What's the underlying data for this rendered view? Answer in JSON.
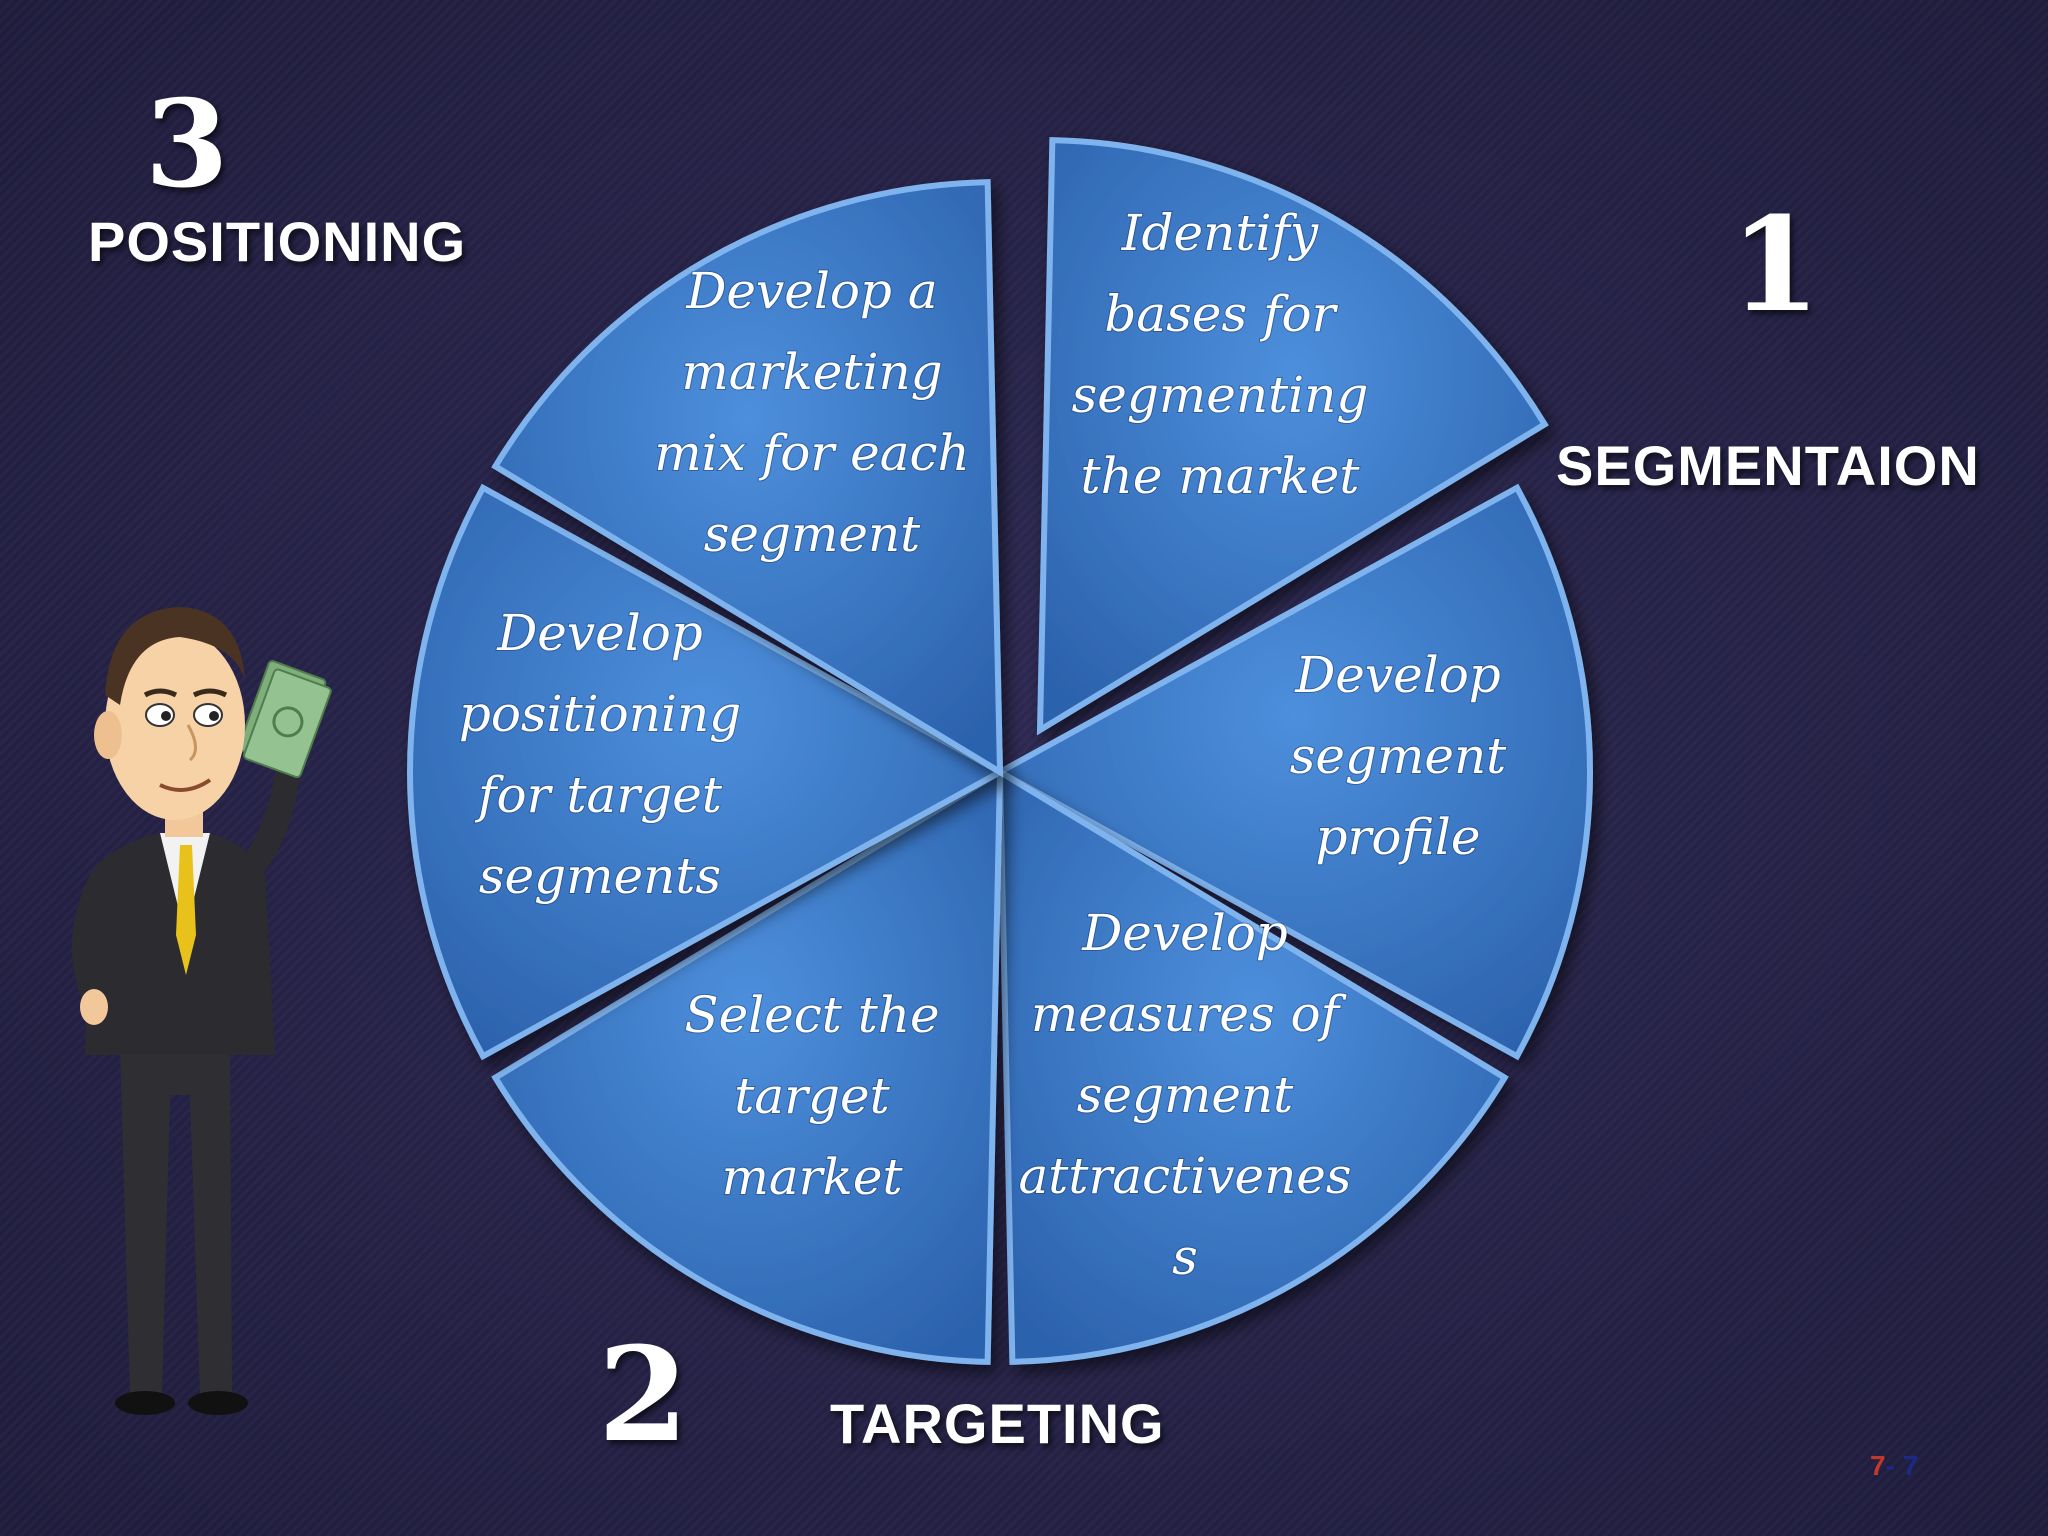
{
  "stages": {
    "positioning": {
      "number": "3",
      "label": "POSITIONING"
    },
    "segmentation": {
      "number": "1",
      "label": "SEGMENTAION"
    },
    "targeting": {
      "number": "2",
      "label": "TARGETING"
    }
  },
  "pie": {
    "slices": [
      {
        "lines": [
          "Identify",
          "bases for",
          "segmenting",
          "the market"
        ]
      },
      {
        "lines": [
          "Develop",
          "segment",
          "profile"
        ]
      },
      {
        "lines": [
          "Develop",
          "measures of",
          "segment",
          "attractivenes",
          "s"
        ]
      },
      {
        "lines": [
          "Select the",
          "target",
          "market"
        ]
      },
      {
        "lines": [
          "Develop",
          "positioning",
          "for target",
          "segments"
        ]
      },
      {
        "lines": [
          "Develop a",
          "marketing",
          "mix for each",
          "segment"
        ]
      }
    ],
    "colors": {
      "fill_light": "#4d8fdc",
      "fill_dark": "#2c62ad",
      "edge": "#7fb3ee"
    }
  },
  "page": {
    "current": "7",
    "separator": "- ",
    "total": "7"
  },
  "illustration": {
    "icon": "businessman-holding-cash-icon"
  }
}
